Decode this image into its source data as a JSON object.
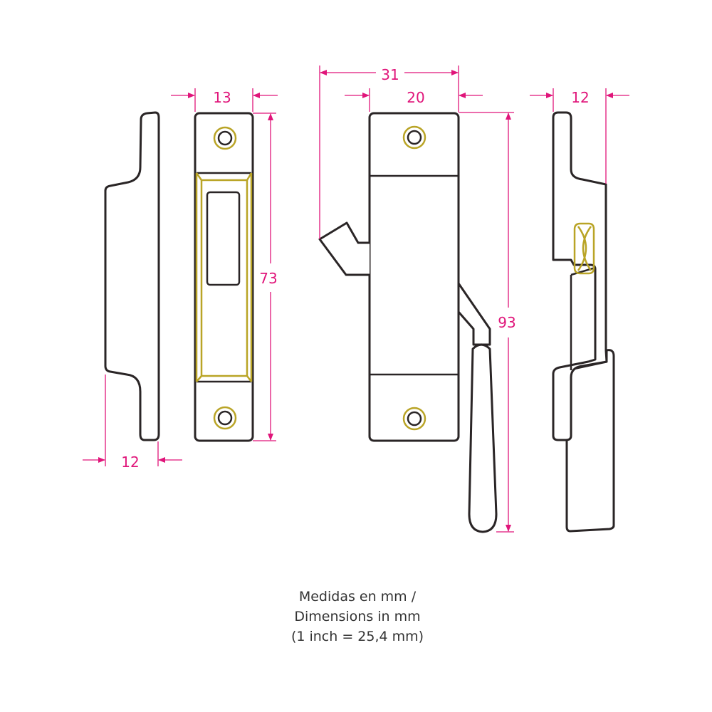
{
  "dimensions": {
    "keeper_side_thickness": "12",
    "keeper_width": "13",
    "keeper_height": "73",
    "latch_total_width": "31",
    "latch_body_width": "20",
    "latch_total_height": "93",
    "latch_side_thickness": "12"
  },
  "colors": {
    "outline": "#2a2526",
    "dimension": "#e0157a",
    "brass_detail": "#b9a426"
  },
  "caption": {
    "line1": "Medidas en mm /",
    "line2": "Dimensions in mm",
    "line3": "(1 inch = 25,4 mm)"
  }
}
